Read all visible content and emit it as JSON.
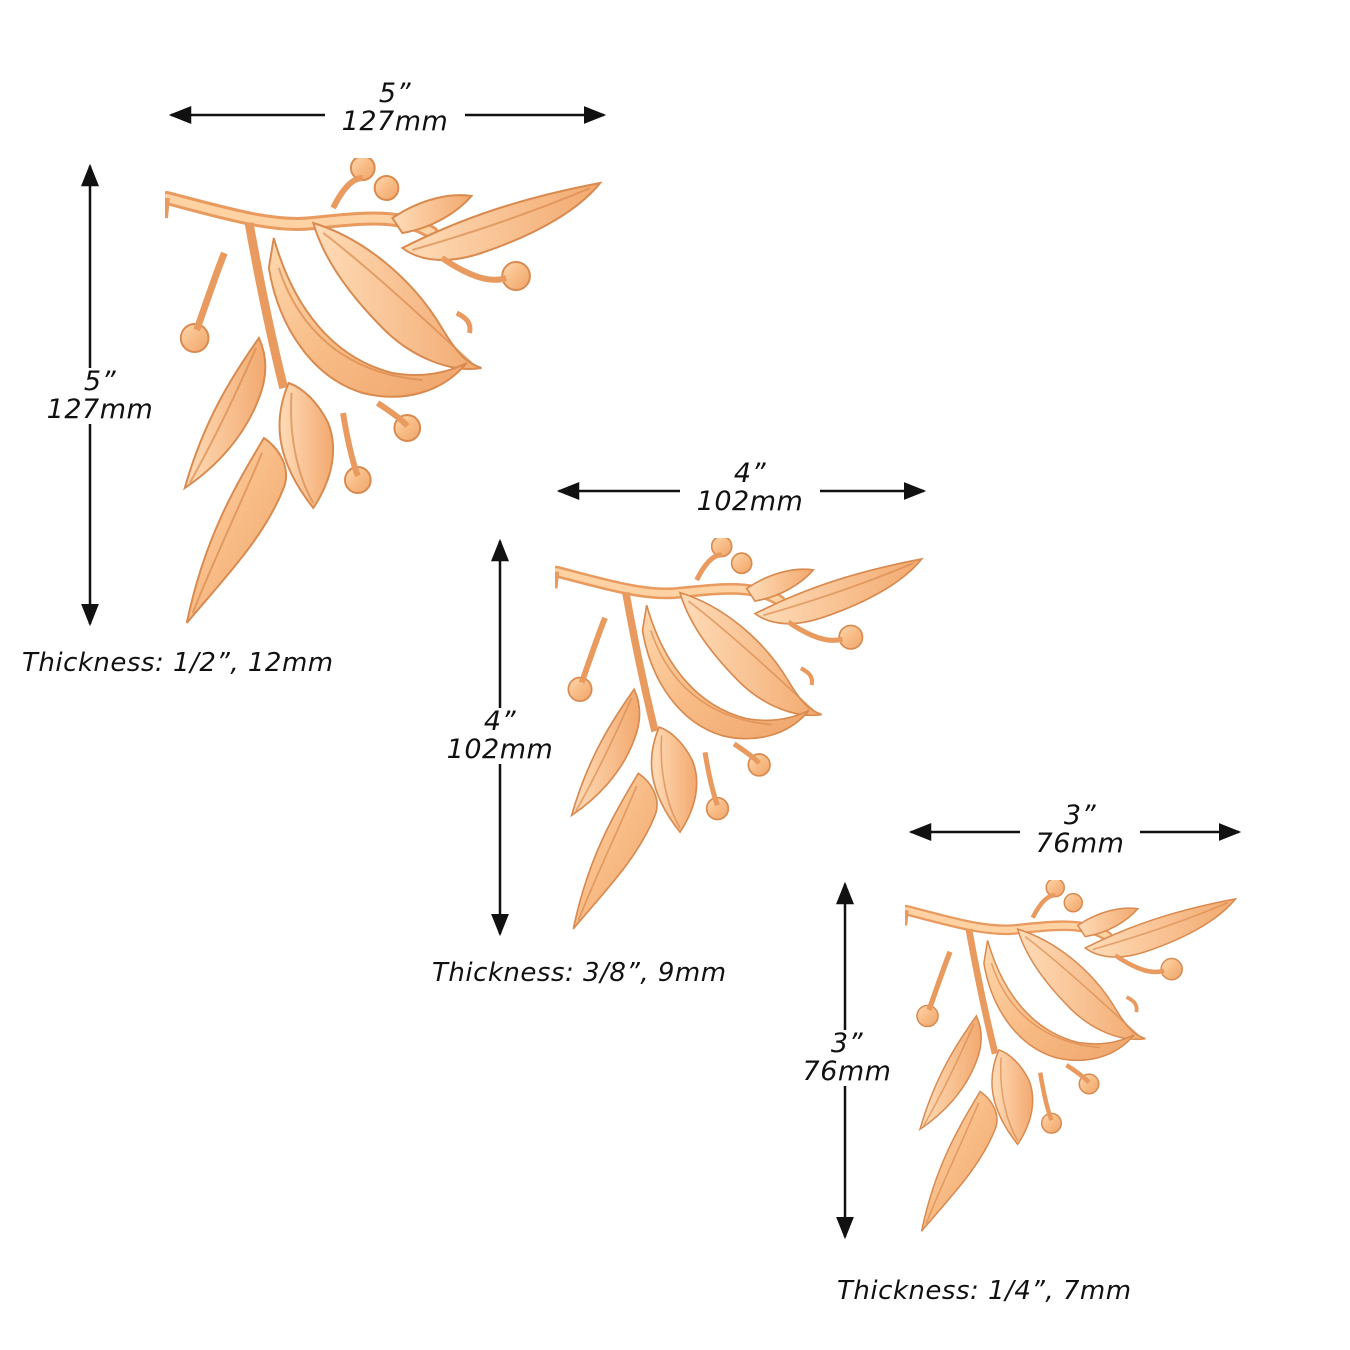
{
  "colors": {
    "wood_light": "#ffd4a8",
    "wood_mid": "#f6b47e",
    "wood_dark": "#d98a4f",
    "ink": "#111111"
  },
  "large": {
    "width_in": "5”",
    "width_mm": "127mm",
    "height_in": "5”",
    "height_mm": "127mm",
    "thickness": "Thickness: 1/2”, 12mm"
  },
  "medium": {
    "width_in": "4”",
    "width_mm": "102mm",
    "height_in": "4”",
    "height_mm": "102mm",
    "thickness": "Thickness: 3/8”, 9mm"
  },
  "small": {
    "width_in": "3”",
    "width_mm": "76mm",
    "height_in": "3”",
    "height_mm": "76mm",
    "thickness": "Thickness: 1/4”, 7mm"
  }
}
